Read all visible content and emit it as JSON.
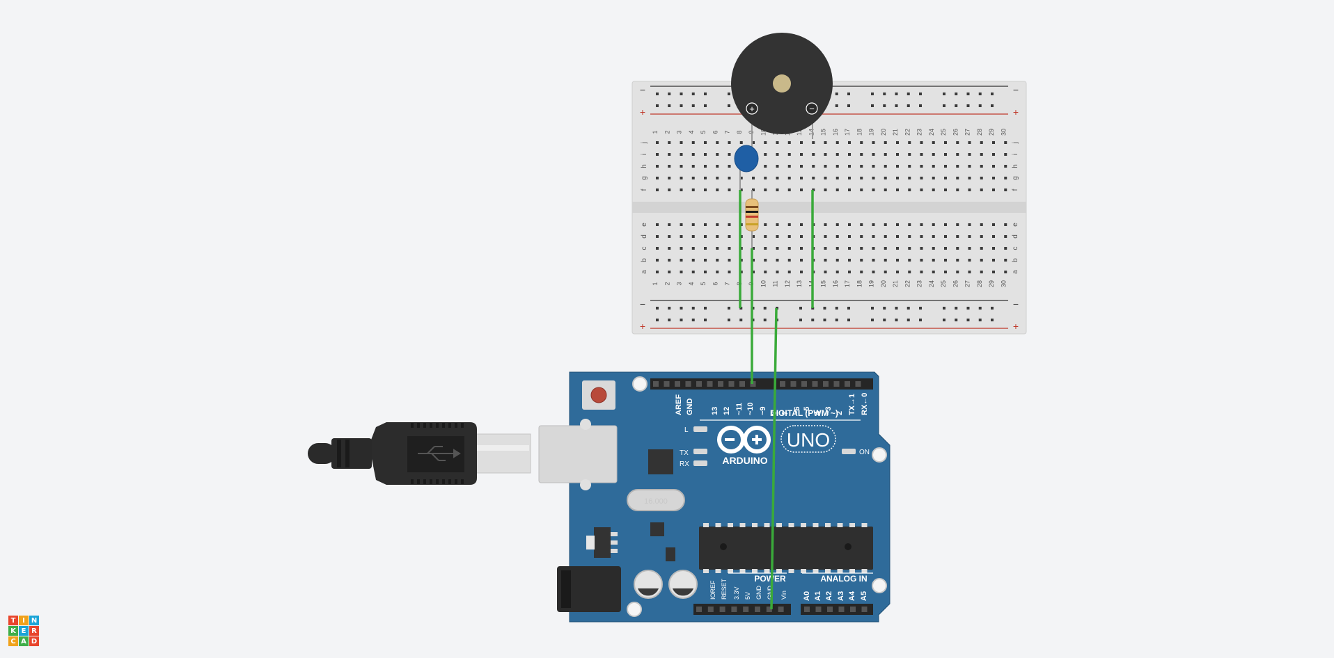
{
  "app": {
    "logo_letters": [
      "T",
      "I",
      "N",
      "K",
      "E",
      "R",
      "C",
      "A",
      "D"
    ],
    "logo_colors": [
      "#e8452c",
      "#f0a21c",
      "#1aa4d6",
      "#3fae49",
      "#1aa4d6",
      "#e8452c",
      "#f0a21c",
      "#3fae49",
      "#e8452c"
    ]
  },
  "breadboard": {
    "rail_minus": "−",
    "rail_plus": "+",
    "columns": [
      "1",
      "2",
      "3",
      "4",
      "5",
      "6",
      "7",
      "8",
      "9",
      "10",
      "11",
      "12",
      "13",
      "14",
      "15",
      "16",
      "17",
      "18",
      "19",
      "20",
      "21",
      "22",
      "23",
      "24",
      "25",
      "26",
      "27",
      "28",
      "29",
      "30"
    ],
    "rows_top": [
      "j",
      "i",
      "h",
      "g",
      "f"
    ],
    "rows_bottom": [
      "e",
      "d",
      "c",
      "b",
      "a"
    ]
  },
  "buzzer": {
    "plus_label": "+",
    "minus_label": "−"
  },
  "arduino": {
    "brand": "ARDUINO",
    "model": "UNO",
    "digital_label": "DIGITAL (PWM ~)",
    "digital_pins": [
      "AREF",
      "GND",
      "13",
      "12",
      "~11",
      "~10",
      "~9",
      "8",
      "7",
      "~6",
      "~5",
      "4",
      "~3",
      "2",
      "TX→1",
      "RX←0"
    ],
    "power_label": "POWER",
    "power_pins": [
      "IOREF",
      "RESET",
      "3.3V",
      "5V",
      "GND",
      "GND",
      "Vin"
    ],
    "analog_label": "ANALOG IN",
    "analog_pins": [
      "A0",
      "A1",
      "A2",
      "A3",
      "A4",
      "A5"
    ],
    "led_l": "L",
    "led_tx": "TX",
    "led_rx": "RX",
    "led_on": "ON",
    "crystal": "16.000",
    "board_color": "#2f6b9a",
    "wire_color": "#3aaa3a"
  }
}
